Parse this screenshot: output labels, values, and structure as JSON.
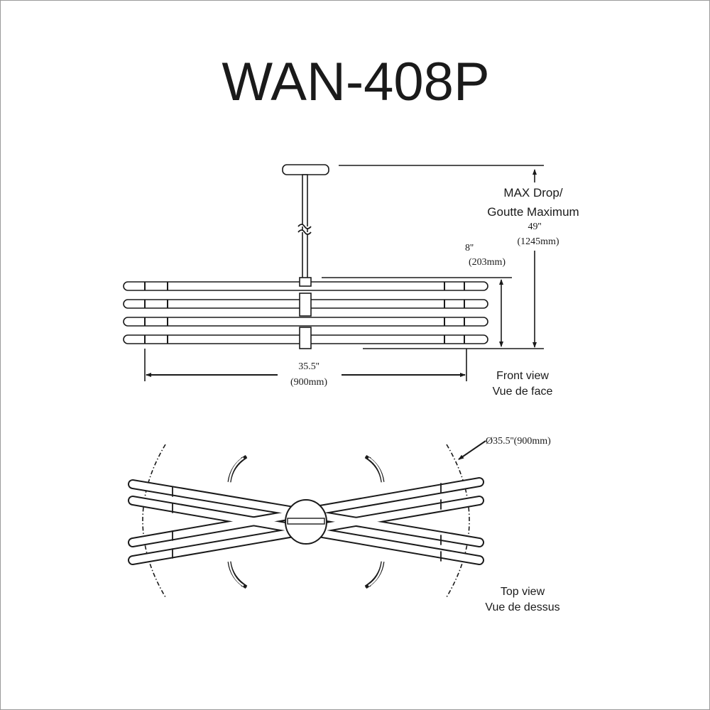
{
  "title": "WAN-408P",
  "front_view": {
    "max_drop_label_1": "MAX Drop/",
    "max_drop_label_2": "Goutte Maximum",
    "max_drop_in": "49''",
    "max_drop_mm": "(1245mm)",
    "height_in": "8''",
    "height_mm": "(203mm)",
    "width_in": "35.5''",
    "width_mm": "(900mm)",
    "caption_en": "Front view",
    "caption_fr": "Vue de face"
  },
  "top_view": {
    "diameter": "Ø35.5''(900mm)",
    "caption_en": "Top view",
    "caption_fr": "Vue de dessus"
  },
  "colors": {
    "line": "#1a1a1a",
    "border": "#9a9a9a"
  }
}
